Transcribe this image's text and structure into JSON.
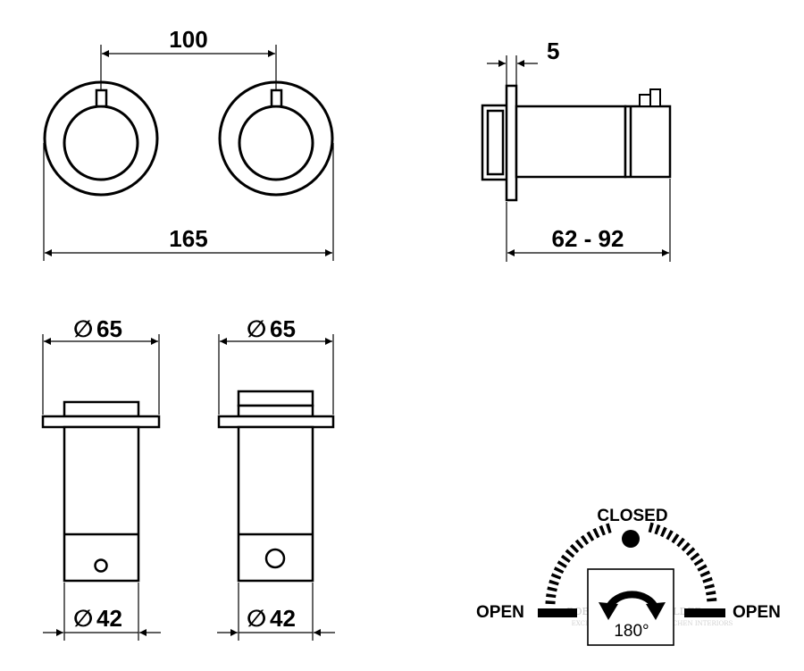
{
  "dimensions": {
    "top_spacing": "100",
    "top_overall": "165",
    "side_thickness": "5",
    "side_depth": "62 - 92",
    "left_outer_diameter": "65",
    "left_inner_diameter": "42",
    "right_outer_diameter": "65",
    "right_inner_diameter": "42",
    "diameter_symbol": "∅"
  },
  "rotation": {
    "closed_label": "CLOSED",
    "open_left_label": "OPEN",
    "open_right_label": "OPEN",
    "angle_label": "180°"
  },
  "watermark": {
    "line1": "BOBBY'S QUICK BUILDER",
    "line2": "EXCLUSIVE BATHROOM & KITCHEN INTERIORS"
  }
}
